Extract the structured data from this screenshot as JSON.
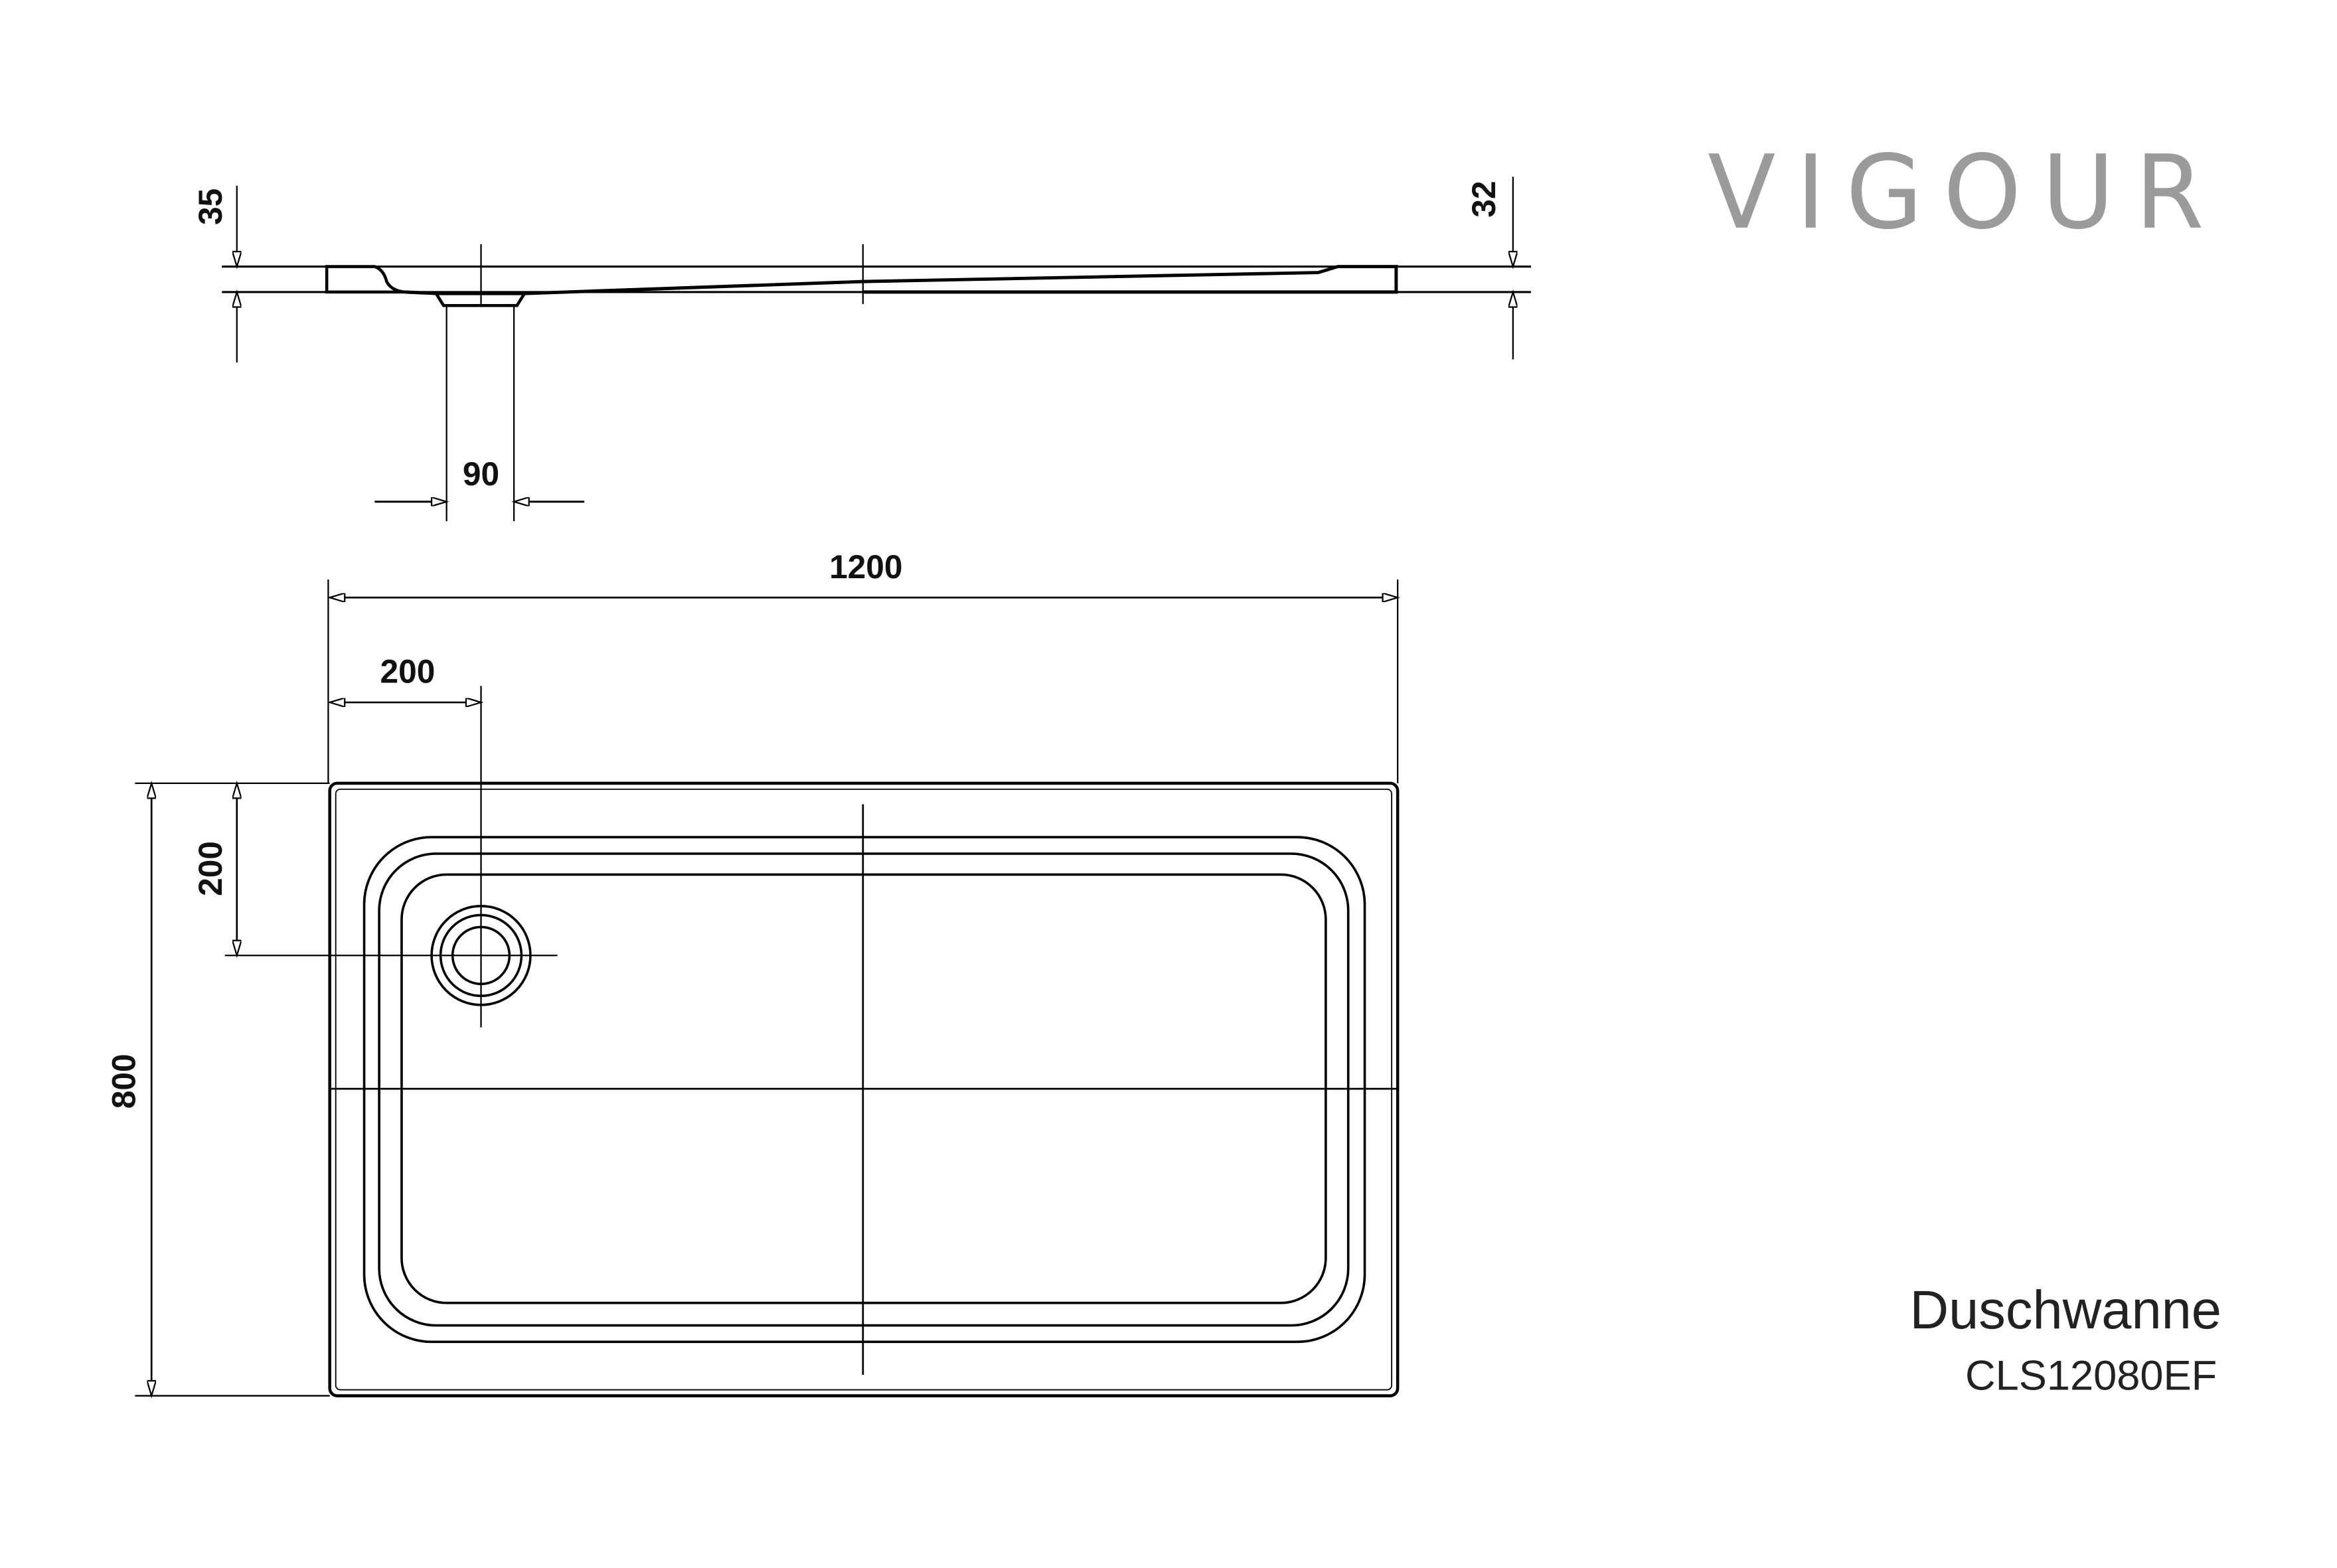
{
  "brand": {
    "logo": "VIGOUR"
  },
  "product": {
    "title": "Duschwanne",
    "code": "CLS12080EF"
  },
  "side_view": {
    "dims": {
      "left_height": "35",
      "right_height": "32",
      "drain_width": "90"
    }
  },
  "plan_view": {
    "dims": {
      "length": "1200",
      "drain_offset_x": "200",
      "drain_offset_y": "200",
      "width": "800"
    }
  },
  "colors": {
    "line": "#000000",
    "logo": "#9b9b9b",
    "text": "#222222"
  }
}
